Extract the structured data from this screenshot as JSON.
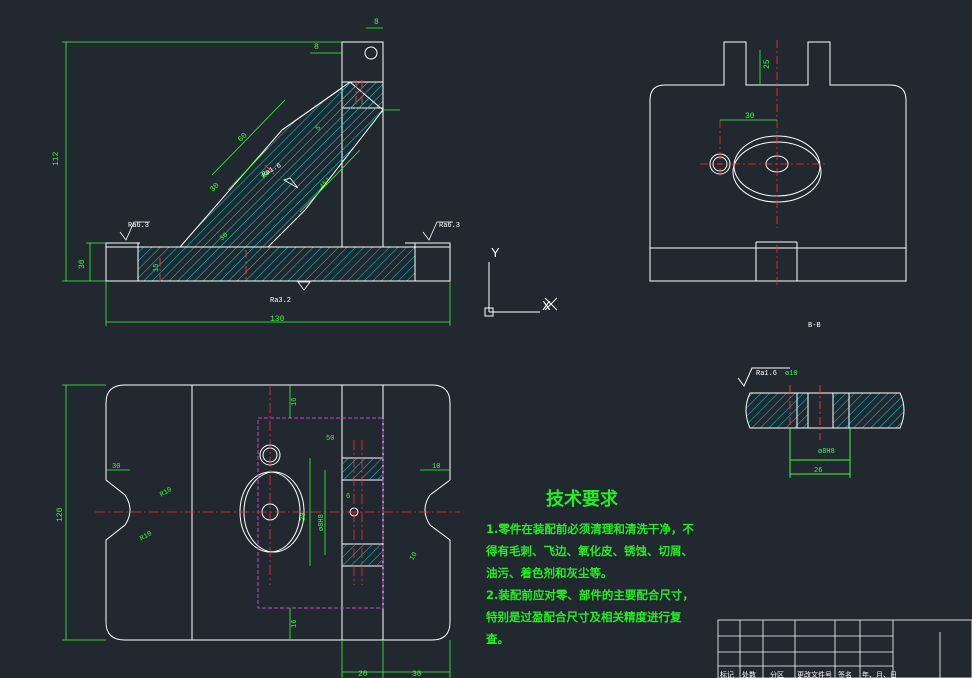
{
  "front_view": {
    "dims": [
      "112",
      "30",
      "130",
      "8",
      "8",
      "60",
      "30",
      "R8",
      "5",
      "15",
      "30",
      "45°"
    ],
    "roughness": [
      "Ra6.3",
      "Ra6.3",
      "Ra3.2",
      "Ra1.6"
    ]
  },
  "side_view": {
    "dims": [
      "25",
      "30"
    ],
    "section_label": "B-B"
  },
  "detail_view": {
    "roughness": "Ra1.6",
    "dims": [
      "ø10",
      "ø8H8",
      "26"
    ]
  },
  "top_view": {
    "dims": [
      "120",
      "30",
      "R10",
      "R10",
      "10",
      "16",
      "16",
      "10",
      "30",
      "20",
      "30",
      "ø8H8",
      "6",
      "50"
    ]
  },
  "ucs": {
    "y": "Y",
    "x": "X"
  },
  "technical_requirements": {
    "title": "技术要求",
    "lines": [
      "1.零件在装配前必须清理和清洗干净，不",
      "得有毛刺、飞边、氧化皮、锈蚀、切屑、",
      "油污、着色剂和灰尘等。",
      "2.装配前应对零、部件的主要配合尺寸，",
      "特别是过盈配合尺寸及相关精度进行复",
      "查。"
    ]
  },
  "title_block": {
    "headers": [
      "标记",
      "处数",
      "分区",
      "更改文件号",
      "签名",
      "年、月、日"
    ]
  }
}
